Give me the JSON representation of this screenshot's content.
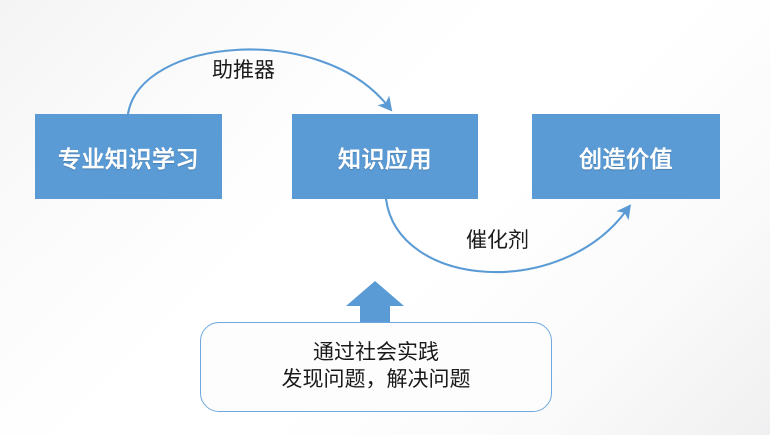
{
  "diagram": {
    "title_text": "",
    "colors": {
      "box_fill": "#5B9BD5",
      "box_text": "#FFFFFF",
      "connector": "#5B9BD5",
      "note_border": "#6FA8DC",
      "label_text": "#1A1A1A",
      "background": "#FFFFFF"
    },
    "boxes": [
      {
        "id": "learn",
        "label": "专业知识学习"
      },
      {
        "id": "apply",
        "label": "知识应用"
      },
      {
        "id": "value",
        "label": "创造价值"
      }
    ],
    "connectors": [
      {
        "id": "booster",
        "label": "助推器",
        "from": "专业知识学习",
        "to": "知识应用",
        "style": "curved-arrow"
      },
      {
        "id": "catalyst",
        "label": "催化剂",
        "from": "知识应用",
        "to": "创造价值",
        "style": "curved-arrow"
      },
      {
        "id": "practice-feed",
        "label": "",
        "from": "通过社会实践",
        "to": "知识应用",
        "style": "block-arrow-up"
      }
    ],
    "note": {
      "line1": "通过社会实践",
      "line2": "发现问题，解决问题"
    }
  }
}
